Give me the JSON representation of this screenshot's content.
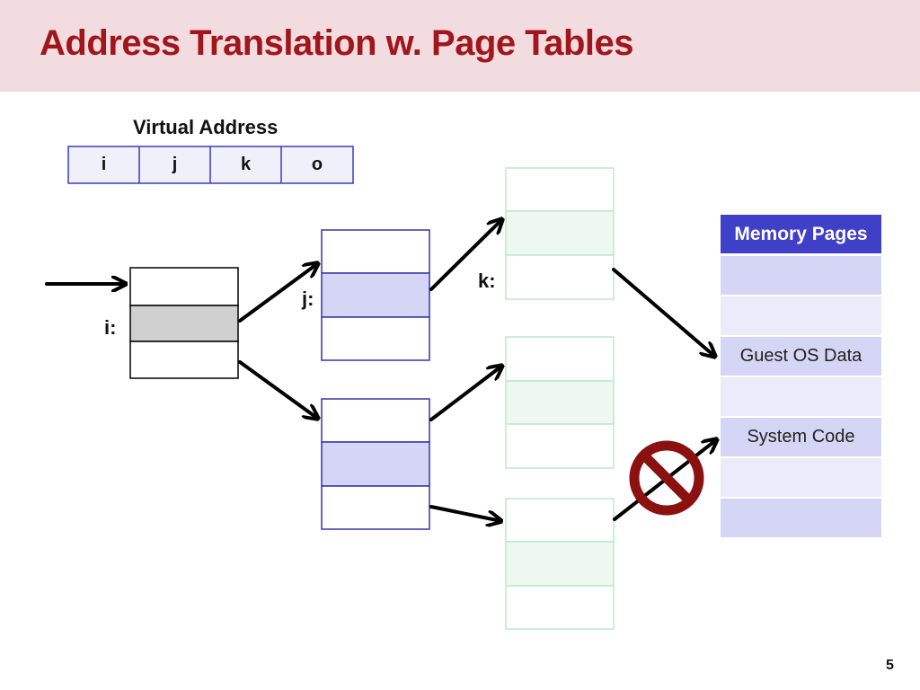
{
  "slide": {
    "title": "Address Translation w. Page Tables",
    "page_number": "5"
  },
  "virtual_address": {
    "label": "Virtual Address",
    "fields": [
      "i",
      "j",
      "k",
      "o"
    ]
  },
  "level_labels": {
    "i": "i:",
    "j": "j:",
    "k": "k:"
  },
  "memory": {
    "header": "Memory Pages",
    "pages": [
      "",
      "",
      "Guest OS Data",
      "",
      "System Code",
      "",
      ""
    ]
  },
  "icons": {
    "blocked": "prohibited-icon"
  },
  "colors": {
    "title": "#a0161c",
    "title_bar": "#f2dcdf",
    "level1_highlight": "#d0d0d0",
    "level2_highlight": "#d5d5f5",
    "level2_border": "#3535a8",
    "level3_highlight": "#edf8f1",
    "level3_border": "#bfe6cf",
    "memory_header": "#3f3fc8",
    "prohibited": "#8b1111"
  }
}
